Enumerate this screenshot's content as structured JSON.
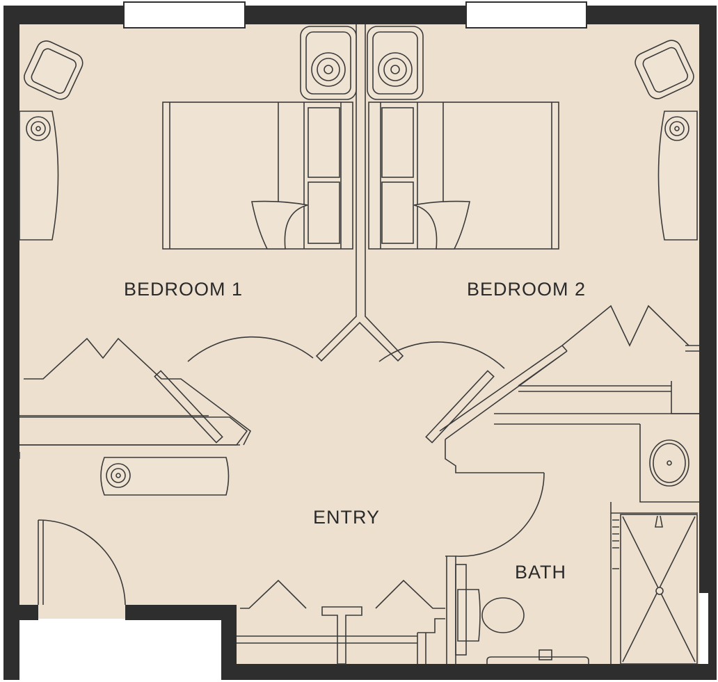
{
  "plan": {
    "rooms": [
      {
        "id": "bedroom1",
        "label": "BEDROOM 1"
      },
      {
        "id": "bedroom2",
        "label": "BEDROOM 2"
      },
      {
        "id": "entry",
        "label": "ENTRY"
      },
      {
        "id": "bath",
        "label": "BATH"
      }
    ]
  },
  "colors": {
    "floor": "#ede0cf",
    "wall": "#2e2e2e",
    "line": "#3a3a3a"
  }
}
